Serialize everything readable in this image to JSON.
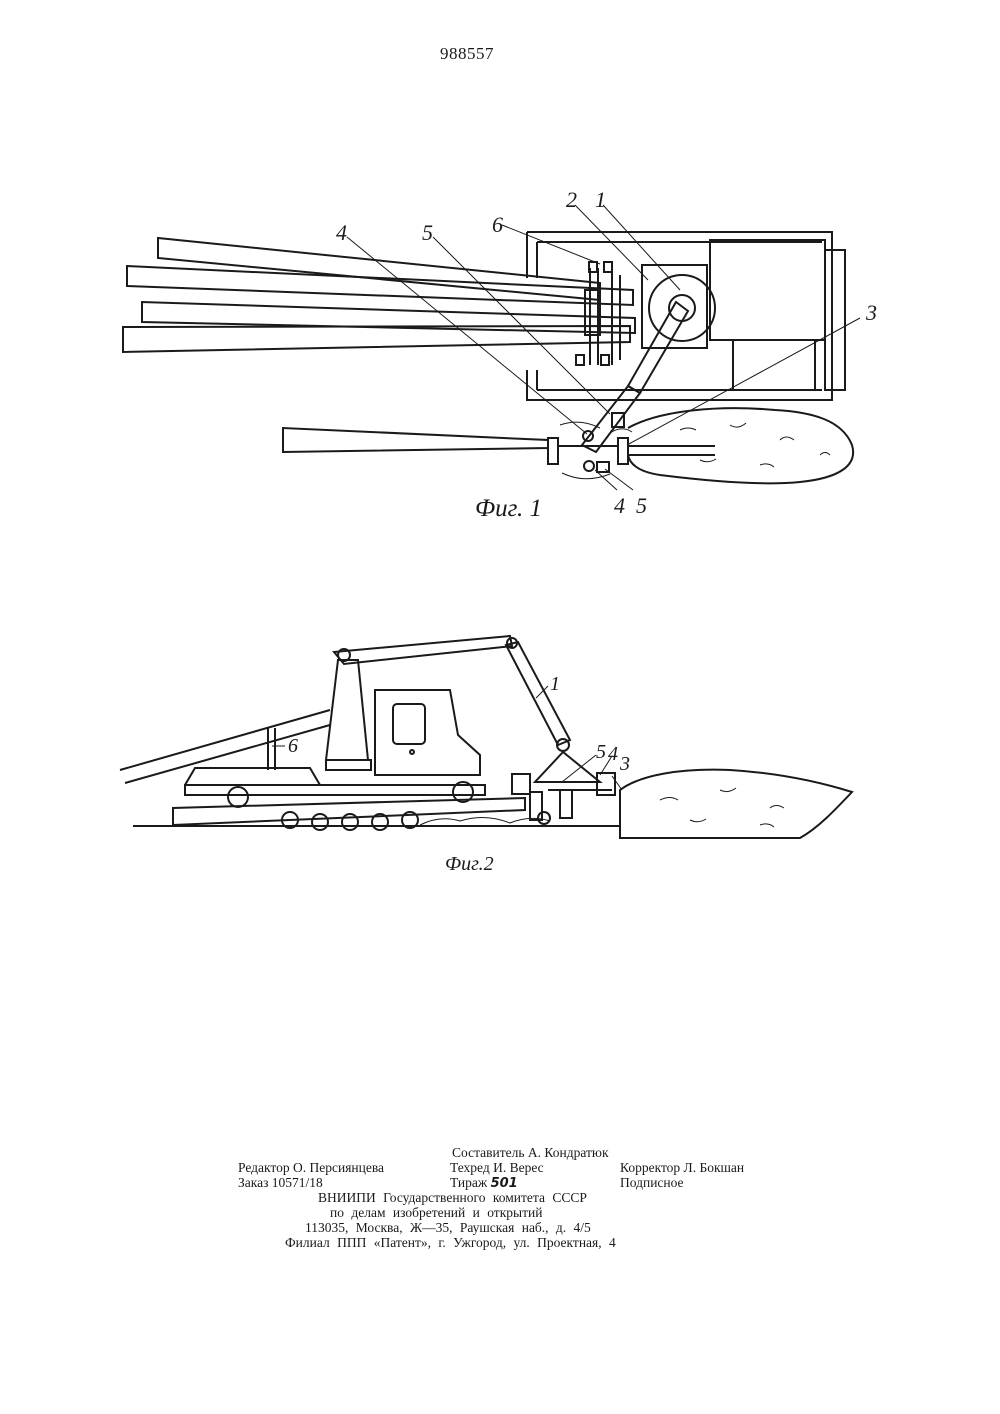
{
  "document": {
    "patent_number": "988557"
  },
  "figure1": {
    "caption": "Фиг. 1",
    "labels": {
      "l1": "1",
      "l2": "2",
      "l3": "3",
      "l4_top": "4",
      "l5_top": "5",
      "l6": "6",
      "l4_bottom": "4",
      "l5_bottom": "5"
    }
  },
  "figure2": {
    "caption": "Фиг.2",
    "labels": {
      "l1": "1",
      "l3": "3",
      "l4": "4",
      "l5": "5",
      "l6": "6"
    }
  },
  "colophon": {
    "compiler": "Составитель А. Кондратюк",
    "editor": "Редактор О. Персиянцева",
    "techred": "Техред И. Верес",
    "corrector": "Корректор Л. Бокшан",
    "order": "Заказ 10571/18",
    "circulation_label": "Тираж",
    "circulation_value": "501",
    "subscription": "Подписное",
    "org_line1": "ВНИИПИ Государственного комитета СССР",
    "org_line2": "по делам изобретений и открытий",
    "address": "113035, Москва, Ж—35, Раушская наб., д. 4/5",
    "branch": "Филиал ППП «Патент», г. Ужгород, ул. Проектная, 4"
  }
}
